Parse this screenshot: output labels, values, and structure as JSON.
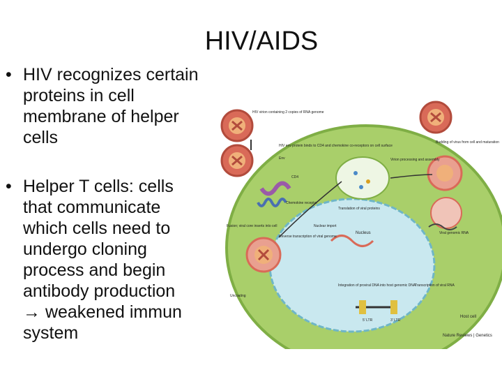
{
  "slide": {
    "title": "HIV/AIDS",
    "bullets": [
      {
        "lines": "HIV recognizes certain\nproteins in cell\nmembrane of helper\ncells"
      },
      {
        "lines": "Helper T cells: cells\nthat communicate\nwhich cells need to\nundergo cloning\nprocess and begin\nantibody production\n→ weakened immun\nsystem"
      }
    ],
    "bullet_symbol": "•"
  },
  "figure": {
    "labels": {
      "virion": "HIV virion containing 2 copies of RNA genome",
      "env_binds": "HIV env protein binds to CD4 and chemokine co-receptors on cell surface",
      "env": "Env",
      "cd4": "CD4",
      "chemokine": "Chemokine receptor",
      "fusion": "Fusion; viral core inserts into cell",
      "uncoating": "Uncoating",
      "rt": "Reverse transcription of viral genome",
      "nuclear_import": "Nuclear import",
      "nucleus": "Nucleus",
      "translation": "Translation of viral proteins",
      "virion_processing": "Virion processing and assembly",
      "budding": "Budding of virus from cell and maturation",
      "viral_rna": "Viral genomic RNA",
      "integration": "Integration of proviral DNA into host genomic DNA",
      "transcription": "Transcription of viral RNA",
      "ltr5": "5' LTR",
      "ltr3": "3' LTR",
      "host_cell": "Host cell",
      "credit": "Nature Reviews | Genetics"
    },
    "colors": {
      "cytoplasm": "#a9cf6a",
      "nucleus": "#c9e8ef",
      "virus_outer": "#d96a58",
      "virus_inner": "#f0b07a"
    }
  }
}
